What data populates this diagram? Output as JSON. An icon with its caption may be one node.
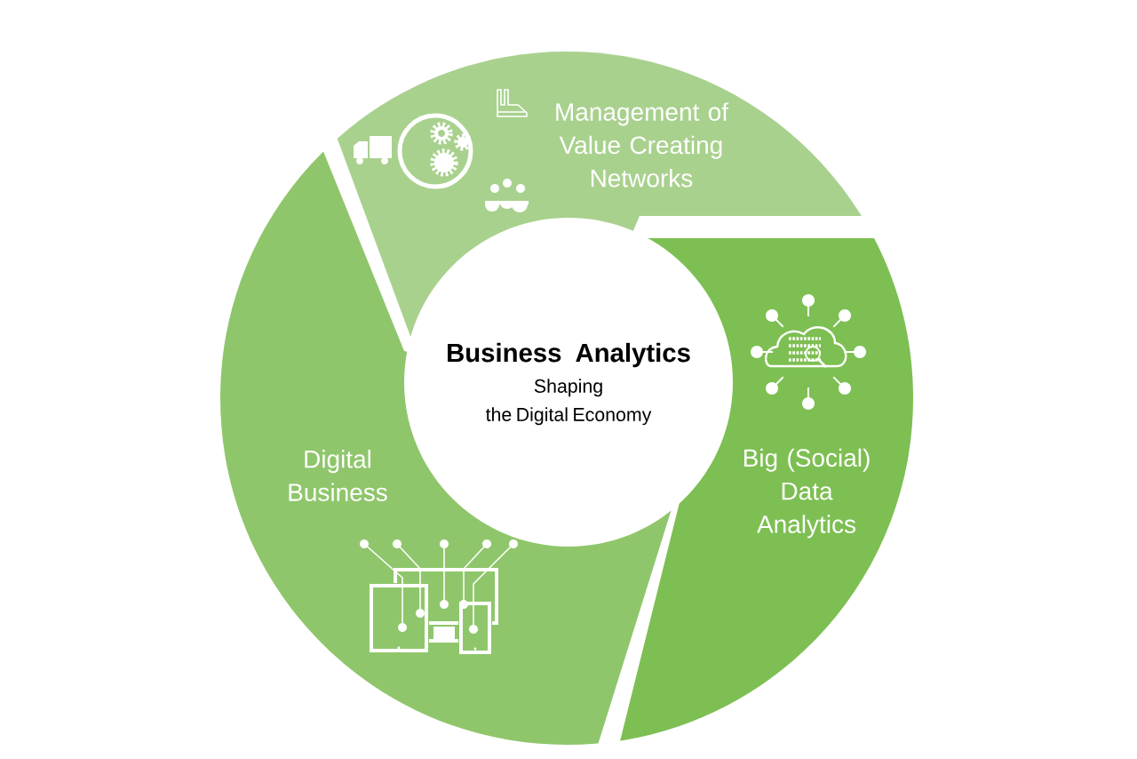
{
  "diagram": {
    "nodes": [
      {
        "text": [
          "Business Analytics",
          "Shaping the Digital Economy"
        ]
      },
      {
        "text": [
          "Management of Value Creating Networks"
        ]
      },
      {
        "text": [
          "Big (Social) Data Analytics"
        ]
      },
      {
        "text": [
          "Digital Business"
        ]
      }
    ]
  }
}
